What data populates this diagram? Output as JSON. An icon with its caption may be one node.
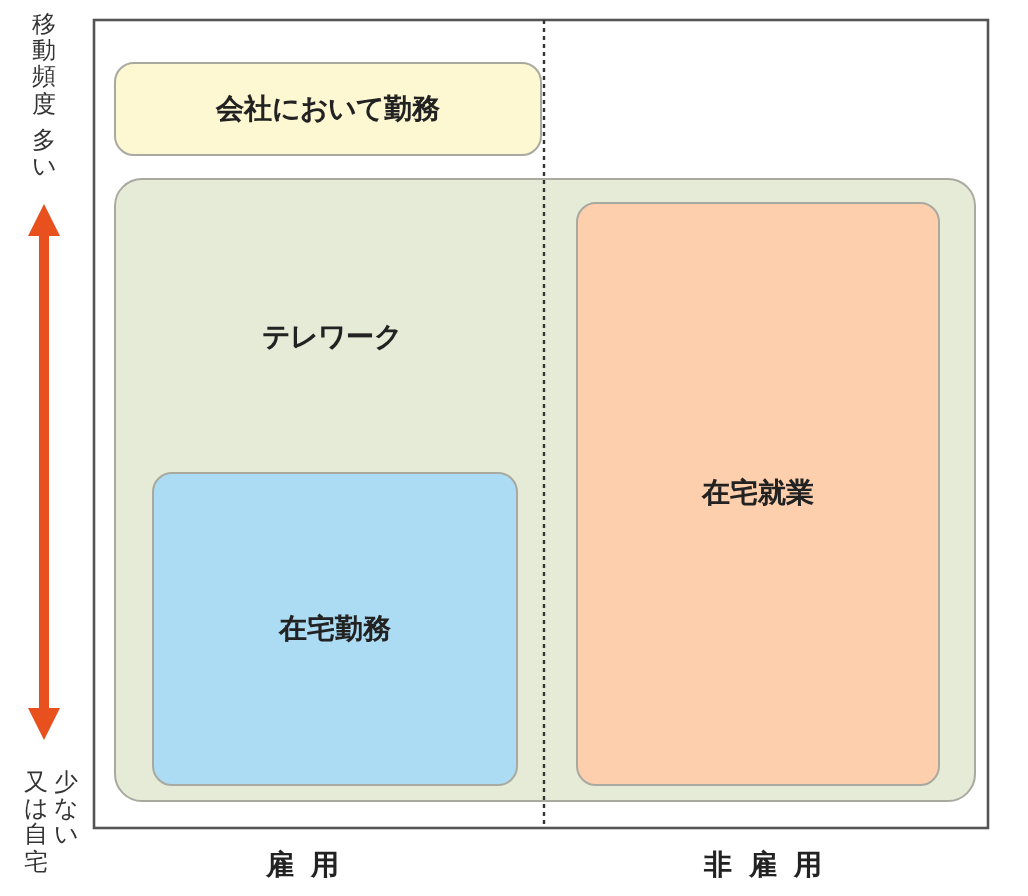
{
  "diagram": {
    "nodes": [
      {
        "text": [
          "会社において勤務"
        ]
      },
      {
        "text": [
          "テレワーク"
        ]
      },
      {
        "text": [
          "在宅勤務"
        ],
        "in": 1
      },
      {
        "text": [
          "在宅就業"
        ],
        "in": 1
      }
    ],
    "labels": [
      "移動頻度",
      "多い",
      "少ない",
      "又は自宅",
      "雇用",
      "非雇用"
    ]
  }
}
